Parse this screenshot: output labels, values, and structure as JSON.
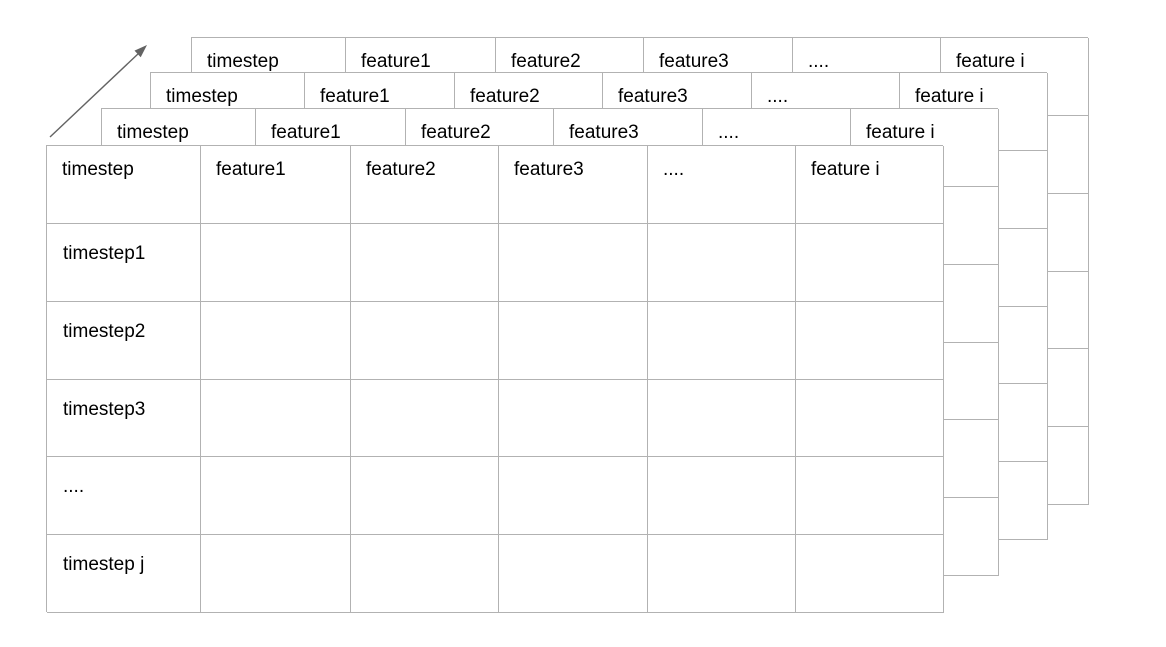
{
  "diagram": {
    "arrow": {
      "icon": "diagonal-up-right-arrow-icon",
      "direction": "up-right"
    },
    "stack": {
      "layer_count": 4,
      "table": {
        "columns": [
          "timestep",
          "feature1",
          "feature2",
          "feature3",
          "....",
          "feature i"
        ],
        "row_labels": [
          "timestep1",
          "timestep2",
          "timestep3",
          "....",
          "timestep j"
        ],
        "body_cell_value": ""
      }
    },
    "colors": {
      "grid_border": "#b2b2b2",
      "text": "#000000",
      "arrow": "#636363",
      "background": "#ffffff"
    }
  }
}
